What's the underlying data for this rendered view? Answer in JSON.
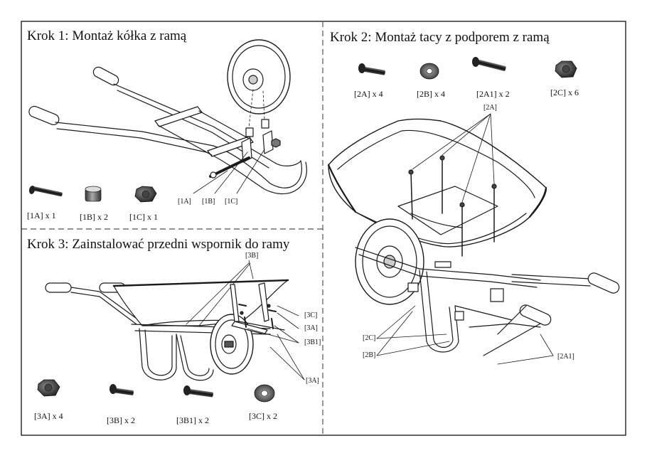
{
  "steps": {
    "step1": {
      "title": "Krok 1: Montaż kółka z ramą"
    },
    "step2": {
      "title": "Krok 2: Montaż tacy z podporem z ramą"
    },
    "step3": {
      "title": "Krok 3: Zainstalować przedni wspornik do ramy"
    }
  },
  "parts": {
    "p1A": "[1A] x 1",
    "p1B": "[1B] x 2",
    "p1C": "[1C] x 1",
    "p2A": "[2A] x 4",
    "p2B": "[2B] x 4",
    "p2A1": "[2A1] x 2",
    "p2C": "[2C] x 6",
    "p3A": "[3A] x 4",
    "p3B": "[3B] x 2",
    "p3B1": "[3B1] x 2",
    "p3C": "[3C] x 2"
  },
  "callouts": {
    "c1A": "[1A]",
    "c1B": "[1B]",
    "c1C": "[1C]",
    "c2A": "[2A]",
    "c2C": "[2C]",
    "c2B": "[2B]",
    "c2A1": "[2A1]",
    "c3B": "[3B]",
    "c3C": "[3C]",
    "c3A_top": "[3A]",
    "c3B1": "[3B1]",
    "c3A_bottom": "[3A]"
  },
  "colors": {
    "line": "#1a1a1a",
    "metal_dark": "#2b2b2b",
    "metal_light": "#bdbdbd",
    "frame_border": "#222222",
    "divider": "#555555"
  }
}
